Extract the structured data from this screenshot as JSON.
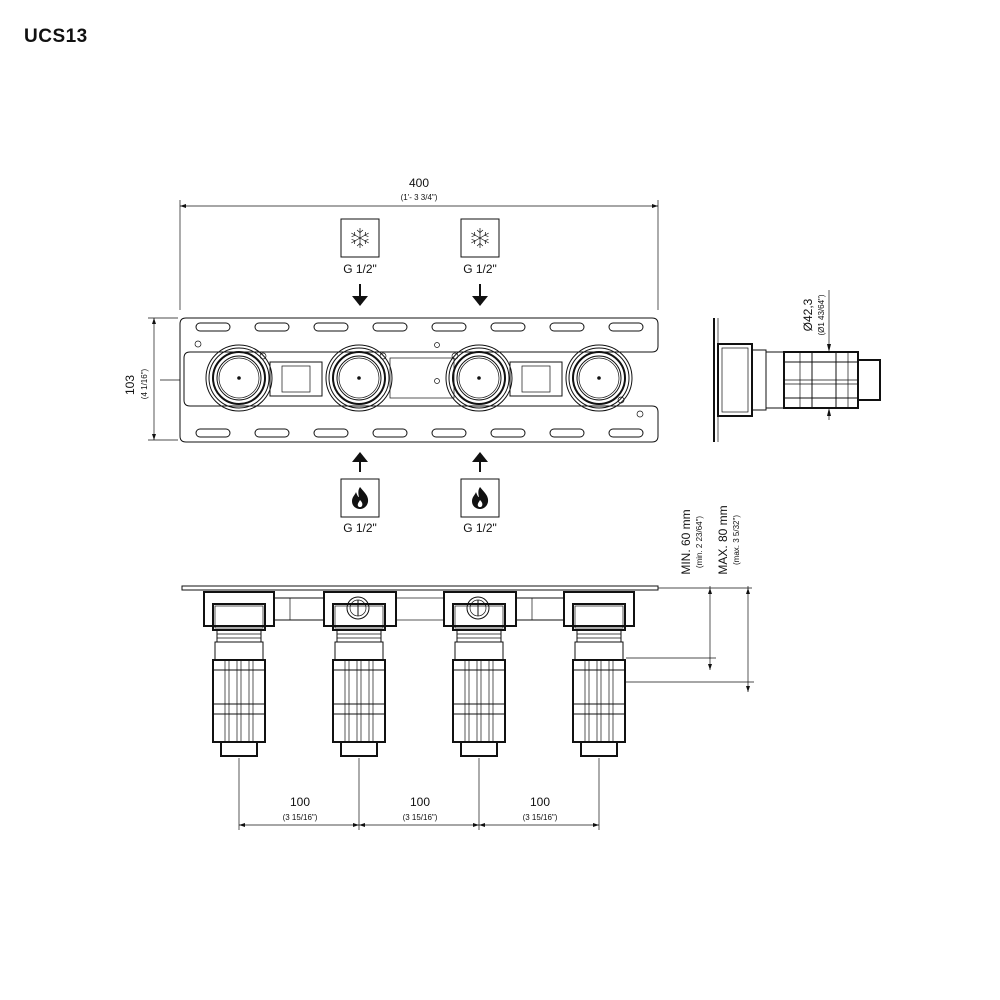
{
  "title": "UCS13",
  "top_view": {
    "width_dim": "400",
    "width_dim_imperial": "(1'- 3 3/4\")",
    "height_dim": "103",
    "height_dim_imperial": "(4 1/16\")",
    "cold_inlets": [
      {
        "icon": "snowflake-icon",
        "label": "G 1/2\""
      },
      {
        "icon": "snowflake-icon",
        "label": "G 1/2\""
      }
    ],
    "hot_inlets": [
      {
        "icon": "flame-icon",
        "label": "G 1/2\""
      },
      {
        "icon": "flame-icon",
        "label": "G 1/2\""
      }
    ]
  },
  "side_view": {
    "diameter_dim": "Ø42,3",
    "diameter_dim_imperial": "(Ø1 43/64\")"
  },
  "front_view": {
    "min_depth": "MIN. 60 mm",
    "min_depth_imperial": "(min. 2 23/64\")",
    "max_depth": "MAX. 80 mm",
    "max_depth_imperial": "(max. 3 5/32\")",
    "spacings": [
      {
        "value": "100",
        "imperial": "(3 15/16\")"
      },
      {
        "value": "100",
        "imperial": "(3 15/16\")"
      },
      {
        "value": "100",
        "imperial": "(3 15/16\")"
      }
    ]
  }
}
